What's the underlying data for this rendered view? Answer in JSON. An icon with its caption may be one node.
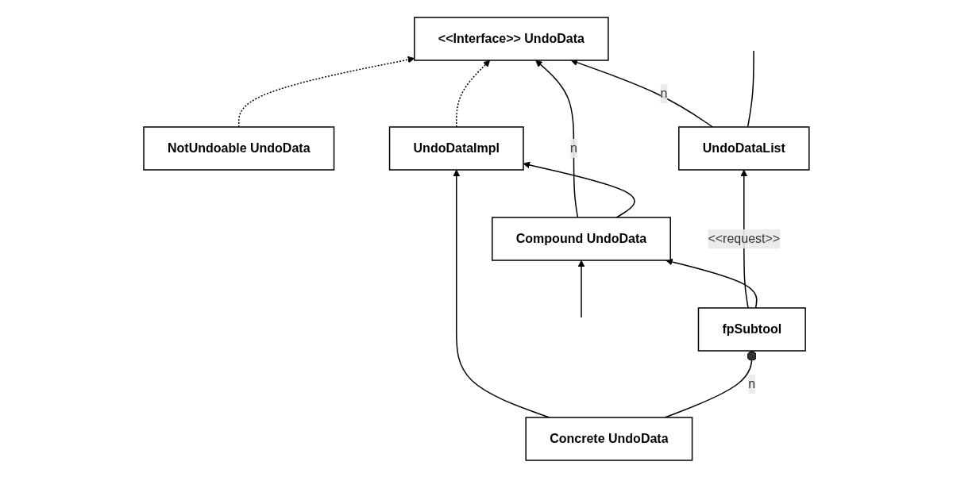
{
  "diagram": {
    "nodes": [
      {
        "text": [
          "<<Interface>> UndoData"
        ]
      },
      {
        "text": [
          "UndoDataImpl"
        ]
      },
      {
        "text": [
          "NotUndoable UndoData"
        ]
      },
      {
        "text": [
          "UndoDataList"
        ]
      },
      {
        "text": [
          "Compound UndoData"
        ]
      },
      {
        "text": [
          "Concrete UndoData"
        ]
      },
      {
        "text": [
          "fpSubtool"
        ]
      }
    ],
    "edges": [
      {
        "from": 1,
        "to": 0,
        "arrow": "to",
        "style": "dashed"
      },
      {
        "from": 2,
        "to": 0,
        "arrow": "to",
        "style": "dashed"
      },
      {
        "from": 4,
        "to": 0,
        "arrow": "to",
        "label": "n"
      },
      {
        "from": 3,
        "to": 0,
        "arrow": "to",
        "label": "n"
      },
      {
        "from": 4,
        "to": 1,
        "arrow": "to"
      },
      {
        "from": 5,
        "to": 1,
        "arrow": "to"
      },
      {
        "from": 3,
        "to": null,
        "arrow": "none"
      },
      {
        "from": 6,
        "to": 3,
        "arrow": "to",
        "label": "<<request>>"
      },
      {
        "from": 5,
        "to": 6,
        "arrow": "other",
        "label": "n"
      },
      {
        "from": 6,
        "to": 4,
        "arrow": "to"
      },
      {
        "from": null,
        "to": 4,
        "arrow": "to"
      }
    ]
  }
}
